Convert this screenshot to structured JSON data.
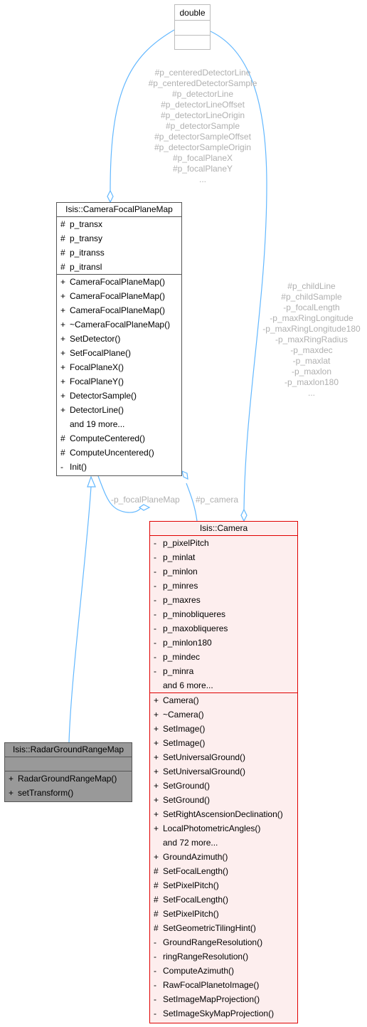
{
  "colors": {
    "edge": "#63b8ff",
    "edge_label": "#b0b0b0",
    "camera_border": "#e00000",
    "camera_fill": "#fdeeee",
    "radar_fill": "#999999"
  },
  "double_box": {
    "title": "double"
  },
  "focal_plane_map": {
    "title": "Isis::CameraFocalPlaneMap",
    "attributes": [
      {
        "vis": "#",
        "name": "p_transx"
      },
      {
        "vis": "#",
        "name": "p_transy"
      },
      {
        "vis": "#",
        "name": "p_itranss"
      },
      {
        "vis": "#",
        "name": "p_itransl"
      }
    ],
    "methods": [
      {
        "vis": "+",
        "name": "CameraFocalPlaneMap()"
      },
      {
        "vis": "+",
        "name": "CameraFocalPlaneMap()"
      },
      {
        "vis": "+",
        "name": "CameraFocalPlaneMap()"
      },
      {
        "vis": "+",
        "name": "~CameraFocalPlaneMap()"
      },
      {
        "vis": "+",
        "name": "SetDetector()"
      },
      {
        "vis": "+",
        "name": "SetFocalPlane()"
      },
      {
        "vis": "+",
        "name": "FocalPlaneX()"
      },
      {
        "vis": "+",
        "name": "FocalPlaneY()"
      },
      {
        "vis": "+",
        "name": "DetectorSample()"
      },
      {
        "vis": "+",
        "name": "DetectorLine()"
      },
      {
        "vis": "",
        "name": "and 19 more..."
      },
      {
        "vis": "#",
        "name": "ComputeCentered()"
      },
      {
        "vis": "#",
        "name": "ComputeUncentered()"
      },
      {
        "vis": "-",
        "name": "Init()"
      }
    ]
  },
  "camera": {
    "title": "Isis::Camera",
    "attributes": [
      {
        "vis": "-",
        "name": "p_pixelPitch"
      },
      {
        "vis": "-",
        "name": "p_minlat"
      },
      {
        "vis": "-",
        "name": "p_minlon"
      },
      {
        "vis": "-",
        "name": "p_minres"
      },
      {
        "vis": "-",
        "name": "p_maxres"
      },
      {
        "vis": "-",
        "name": "p_minobliqueres"
      },
      {
        "vis": "-",
        "name": "p_maxobliqueres"
      },
      {
        "vis": "-",
        "name": "p_minlon180"
      },
      {
        "vis": "-",
        "name": "p_mindec"
      },
      {
        "vis": "-",
        "name": "p_minra"
      },
      {
        "vis": "",
        "name": "and 6 more..."
      }
    ],
    "methods": [
      {
        "vis": "+",
        "name": "Camera()"
      },
      {
        "vis": "+",
        "name": "~Camera()"
      },
      {
        "vis": "+",
        "name": "SetImage()"
      },
      {
        "vis": "+",
        "name": "SetImage()"
      },
      {
        "vis": "+",
        "name": "SetUniversalGround()"
      },
      {
        "vis": "+",
        "name": "SetUniversalGround()"
      },
      {
        "vis": "+",
        "name": "SetGround()"
      },
      {
        "vis": "+",
        "name": "SetGround()"
      },
      {
        "vis": "+",
        "name": "SetRightAscensionDeclination()"
      },
      {
        "vis": "+",
        "name": "LocalPhotometricAngles()"
      },
      {
        "vis": "",
        "name": "and 72 more..."
      },
      {
        "vis": "+",
        "name": "GroundAzimuth()"
      },
      {
        "vis": "#",
        "name": "SetFocalLength()"
      },
      {
        "vis": "#",
        "name": "SetPixelPitch()"
      },
      {
        "vis": "#",
        "name": "SetFocalLength()"
      },
      {
        "vis": "#",
        "name": "SetPixelPitch()"
      },
      {
        "vis": "#",
        "name": "SetGeometricTilingHint()"
      },
      {
        "vis": "-",
        "name": "GroundRangeResolution()"
      },
      {
        "vis": "-",
        "name": "ringRangeResolution()"
      },
      {
        "vis": "-",
        "name": "ComputeAzimuth()"
      },
      {
        "vis": "-",
        "name": "RawFocalPlanetoImage()"
      },
      {
        "vis": "-",
        "name": "SetImageMapProjection()"
      },
      {
        "vis": "-",
        "name": "SetImageSkyMapProjection()"
      }
    ]
  },
  "radar": {
    "title": "Isis::RadarGroundRangeMap",
    "methods": [
      {
        "vis": "+",
        "name": "RadarGroundRangeMap()"
      },
      {
        "vis": "+",
        "name": "setTransform()"
      }
    ]
  },
  "edge_labels": {
    "double_to_focal": [
      "#p_centeredDetectorLine",
      "#p_centeredDetectorSample",
      "#p_detectorLine",
      "#p_detectorLineOffset",
      "#p_detectorLineOrigin",
      "#p_detectorSample",
      "#p_detectorSampleOffset",
      "#p_detectorSampleOrigin",
      "#p_focalPlaneX",
      "#p_focalPlaneY",
      "..."
    ],
    "double_to_camera": [
      "#p_childLine",
      "#p_childSample",
      "-p_focalLength",
      "-p_maxRingLongitude",
      "-p_maxRingLongitude180",
      "-p_maxRingRadius",
      "-p_maxdec",
      "-p_maxlat",
      "-p_maxlon",
      "-p_maxlon180",
      "..."
    ],
    "focal_plane_map": "-p_focalPlaneMap",
    "camera": "#p_camera"
  }
}
